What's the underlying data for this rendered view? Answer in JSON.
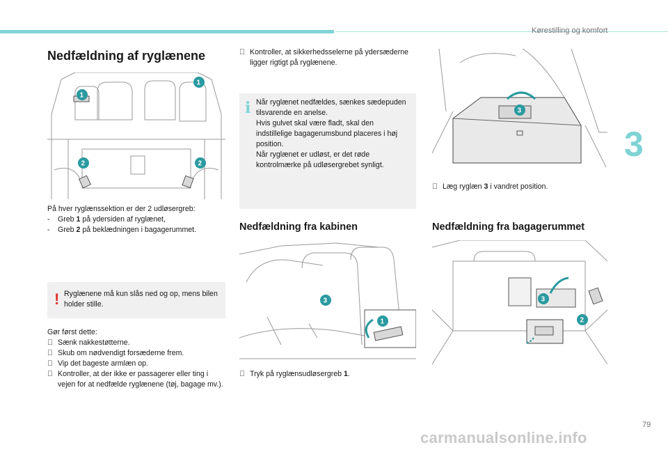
{
  "header": {
    "title": "Kørestilling og komfort",
    "chapter": "3"
  },
  "page_number": "79",
  "watermark": "carmanualsonline.info",
  "left": {
    "title": "Nedfældning af ryglænene",
    "intro": "På hver ryglænssektion er der 2 udløsergreb:",
    "dash_items": [
      {
        "mark": "-",
        "before": "Greb ",
        "num": "1",
        "after": " på ydersiden af ryglænet,"
      },
      {
        "mark": "-",
        "before": "Greb ",
        "num": "2",
        "after": " på beklædningen i bagagerummet."
      }
    ],
    "warning": "Ryglænene må kun slås ned og op, mens bilen holder stille.",
    "warning_icon": "!",
    "prep_title": "Gør først dette:",
    "prep_items": [
      {
        "mark": "",
        "text": "Sænk nakkestøtterne."
      },
      {
        "mark": "",
        "text": "Skub om nødvendigt forsæderne frem."
      },
      {
        "mark": "",
        "text": "Vip det bageste armlæn op."
      },
      {
        "mark": "",
        "text": "Kontroller, at der ikke er passagerer eller ting i vejen for at nedfælde ryglænene (tøj, bagage mv.)."
      }
    ],
    "figure_callouts": [
      "1",
      "1",
      "2",
      "2"
    ]
  },
  "middle": {
    "check_mark": "",
    "check_text": "Kontroller, at sikkerhedsselerne på ydersæderne ligger rigtigt på ryglænene.",
    "info_icon": "i",
    "info_lines": [
      "Når ryglænet nedfældes, sænkes sædepuden tilsvarende en anelse.",
      "Hvis gulvet skal være fladt, skal den indstillelige bagagerumsbund placeres i høj position.",
      "Når ryglænet er udløst, er det røde kontrolmærke på udløsergrebet synligt."
    ],
    "cabin_title": "Nedfældning fra kabinen",
    "cabin_figure_callouts": [
      "3",
      "1"
    ],
    "cabin_step": {
      "mark": "",
      "before": "Tryk på ryglænsudløsergreb ",
      "num": "1",
      "after": "."
    }
  },
  "right": {
    "figure_callouts": [
      "3"
    ],
    "step": {
      "mark": "",
      "before": "Læg ryglæn ",
      "num": "3",
      "after": " i vandret position."
    },
    "trunk_title": "Nedfældning fra bagagerummet",
    "trunk_figure_callouts": [
      "3",
      "2"
    ]
  }
}
